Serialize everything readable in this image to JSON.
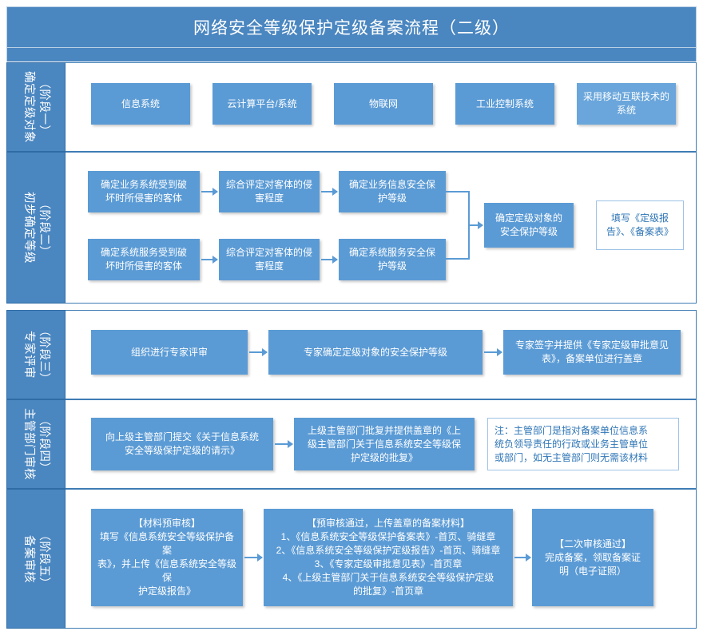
{
  "header": {
    "title": "网络安全等级保护定级备案流程（二级）"
  },
  "stages": [
    {
      "id": "stage-1",
      "label_line1": "（阶段一）",
      "label_line2": "确定定级对象",
      "boxes": [
        {
          "name": "box-information-system",
          "text": "信息系统"
        },
        {
          "name": "box-cloud-platform",
          "text": "云计算平台/系统"
        },
        {
          "name": "box-iot",
          "text": "物联网"
        },
        {
          "name": "box-industrial-control",
          "text": "工业控制系统"
        },
        {
          "name": "box-mobile-internet",
          "line1": "采用移动互联技术的",
          "line2": "系统"
        }
      ]
    },
    {
      "id": "stage-2",
      "label_line1": "（阶段二）",
      "label_line2": "初步确定等级",
      "boxes": [
        {
          "name": "box-business-object",
          "line1": "确定业务系统受到破",
          "line2": "坏时所侵害的客体"
        },
        {
          "name": "box-business-damage",
          "line1": "综合评定对客体的侵",
          "line2": "害程度"
        },
        {
          "name": "box-business-level",
          "line1": "确定业务信息安全保",
          "line2": "护等级"
        },
        {
          "name": "box-service-object",
          "line1": "确定系统服务受到破",
          "line2": "坏时所侵害的客体"
        },
        {
          "name": "box-service-damage",
          "line1": "综合评定对客体的侵",
          "line2": "害程度"
        },
        {
          "name": "box-service-level",
          "line1": "确定系统服务安全保",
          "line2": "护等级"
        },
        {
          "name": "box-final-level",
          "line1": "确定定级对象的",
          "line2": "安全保护等级"
        },
        {
          "name": "box-fill-report",
          "line1": "填写《定级报",
          "line2": "告》、《备案表》"
        }
      ]
    },
    {
      "id": "stage-3",
      "label_line1": "（阶段三）",
      "label_line2": "专家评审",
      "boxes": [
        {
          "name": "box-expert-review",
          "text": "组织进行专家评审"
        },
        {
          "name": "box-expert-confirm",
          "text": "专家确定定级对象的安全保护等级"
        },
        {
          "name": "box-expert-sign",
          "line1": "专家签字并提供《专家定级审批意见",
          "line2": "表》，备案单位进行盖章"
        }
      ]
    },
    {
      "id": "stage-4",
      "label_line1": "（阶段四）",
      "label_line2": "主管部门审核",
      "boxes": [
        {
          "name": "box-submit-request",
          "line1": "向上级主管部门提交《关于信息系统",
          "line2": "安全等级保护定级的请示》"
        },
        {
          "name": "box-approval-reply",
          "line1": "上级主管部门批复并提供盖章的《上",
          "line2": "级主管部门关于信息系统安全等级保",
          "line3": "护定级的批复》"
        },
        {
          "name": "box-note-authority",
          "line1": "注：主管部门是指对备案单位信息系",
          "line2": "统负领导责任的行政或业务主管单位",
          "line3": "或部门，如无主管部门则无需该材料"
        }
      ]
    },
    {
      "id": "stage-5",
      "label_line1": "（阶段五）",
      "label_line2": "备案审核",
      "boxes": [
        {
          "name": "box-material-prereview",
          "line1": "【材料预审核】",
          "line2": "填写《信息系统安全等级保护备案",
          "line3": "表》，并上传《信息系统安全等级保",
          "line4": "护定级报告》"
        },
        {
          "name": "box-upload-materials",
          "line1": "【预审核通过，上传盖章的备案材料】",
          "line2": "1、《信息系统安全等级保护备案表》-首页、骑缝章",
          "line3": "2、《信息系统安全等级保护定级报告》-首页、骑缝章",
          "line4": "3、《专家定级审批意见表》-首页章",
          "line5": "4、《上级主管部门关于信息系统安全等级保护定级",
          "line6": "的批复》-首页章"
        },
        {
          "name": "box-second-review-pass",
          "line1": "【二次审核通过】",
          "line2": "完成备案，领取备案证",
          "line3": "明（电子证照）"
        }
      ]
    }
  ],
  "colors": {
    "title_bar": "#4a86c0",
    "box_blue": "#5b9bd5",
    "note_border": "#9dc3e6",
    "note_text": "#2e75b6",
    "frame_border": "#3f7cb4"
  }
}
